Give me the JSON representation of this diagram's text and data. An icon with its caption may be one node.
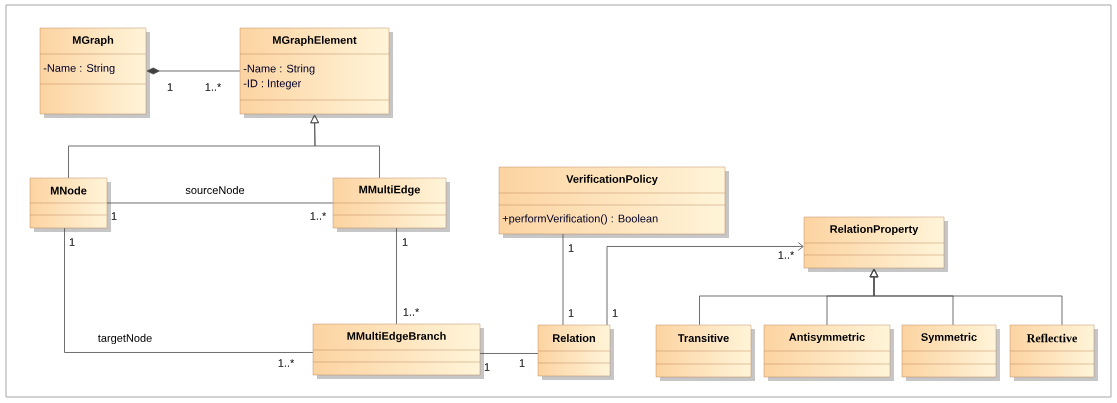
{
  "diagram": {
    "nodes": [
      {
        "text": [
          "MGraph",
          "-Name : String"
        ]
      },
      {
        "text": [
          "MGraphElement",
          "-Name : String",
          "-ID : Integer"
        ]
      },
      {
        "text": [
          "MNode"
        ]
      },
      {
        "text": [
          "MMultiEdge"
        ]
      },
      {
        "text": [
          "VerificationPolicy",
          "+performVerification() : Boolean"
        ]
      },
      {
        "text": [
          "RelationProperty"
        ]
      },
      {
        "text": [
          "MMultiEdgeBranch"
        ]
      },
      {
        "text": [
          "Relation"
        ]
      },
      {
        "text": [
          "Transitive"
        ]
      },
      {
        "text": [
          "Antisymmetric"
        ]
      },
      {
        "text": [
          "Symmetric"
        ]
      },
      {
        "text": [
          "Reflective"
        ]
      }
    ],
    "edges": [
      {
        "from": 1,
        "to": 0,
        "arrow": "other"
      },
      {
        "from": 2,
        "to": 1,
        "arrow": "to"
      },
      {
        "from": 3,
        "to": 1,
        "arrow": "to"
      },
      {
        "from": 2,
        "to": 3,
        "arrow": "none",
        "label": "sourceNode"
      },
      {
        "from": 2,
        "to": 6,
        "arrow": "none",
        "label": "targetNode"
      },
      {
        "from": 3,
        "to": 6,
        "arrow": "none"
      },
      {
        "from": 6,
        "to": 7,
        "arrow": "none"
      },
      {
        "from": 4,
        "to": 7,
        "arrow": "none"
      },
      {
        "from": 7,
        "to": 5,
        "arrow": "to"
      },
      {
        "from": 8,
        "to": 5,
        "arrow": "to"
      },
      {
        "from": 9,
        "to": 5,
        "arrow": "to"
      },
      {
        "from": 10,
        "to": 5,
        "arrow": "to"
      },
      {
        "from": 11,
        "to": 5,
        "arrow": "to"
      }
    ],
    "labels": [
      "1",
      "1..*",
      "1",
      "1..*",
      "1",
      "1",
      "1",
      "1..*",
      "1..*",
      "1",
      "1",
      "1..*",
      "1",
      "1"
    ]
  }
}
